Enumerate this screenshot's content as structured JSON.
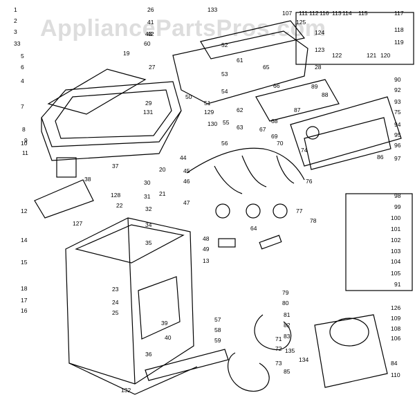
{
  "watermark": "AppliancePartsPros.com",
  "parts": [
    "1",
    "2",
    "3",
    "33",
    "5",
    "6",
    "4",
    "7",
    "8",
    "9",
    "10",
    "11",
    "12",
    "14",
    "15",
    "16",
    "17",
    "18",
    "19",
    "20",
    "21",
    "22",
    "23",
    "24",
    "25",
    "26",
    "27",
    "28",
    "29",
    "30",
    "31",
    "32",
    "34",
    "35",
    "36",
    "37",
    "38",
    "39",
    "40",
    "41",
    "42",
    "43",
    "44",
    "45",
    "46",
    "47",
    "48",
    "49",
    "50",
    "51",
    "52",
    "53",
    "54",
    "55",
    "56",
    "57",
    "58",
    "59",
    "60",
    "61",
    "62",
    "63",
    "64",
    "65",
    "66",
    "67",
    "68",
    "69",
    "70",
    "71",
    "72",
    "73",
    "74",
    "75",
    "76",
    "77",
    "78",
    "79",
    "80",
    "81",
    "82",
    "83",
    "84",
    "85",
    "86",
    "87",
    "88",
    "89",
    "90",
    "91",
    "92",
    "93",
    "94",
    "95",
    "96",
    "97",
    "98",
    "99",
    "100",
    "101",
    "102",
    "103",
    "104",
    "105",
    "106",
    "107",
    "108",
    "109",
    "110",
    "111",
    "112",
    "113",
    "114",
    "115",
    "116",
    "117",
    "118",
    "119",
    "120",
    "121",
    "122",
    "123",
    "124",
    "125",
    "126",
    "127",
    "128",
    "129",
    "130",
    "131",
    "132",
    "133",
    "134",
    "135",
    "13"
  ],
  "colors": {
    "line": "#000000",
    "background": "#ffffff"
  }
}
